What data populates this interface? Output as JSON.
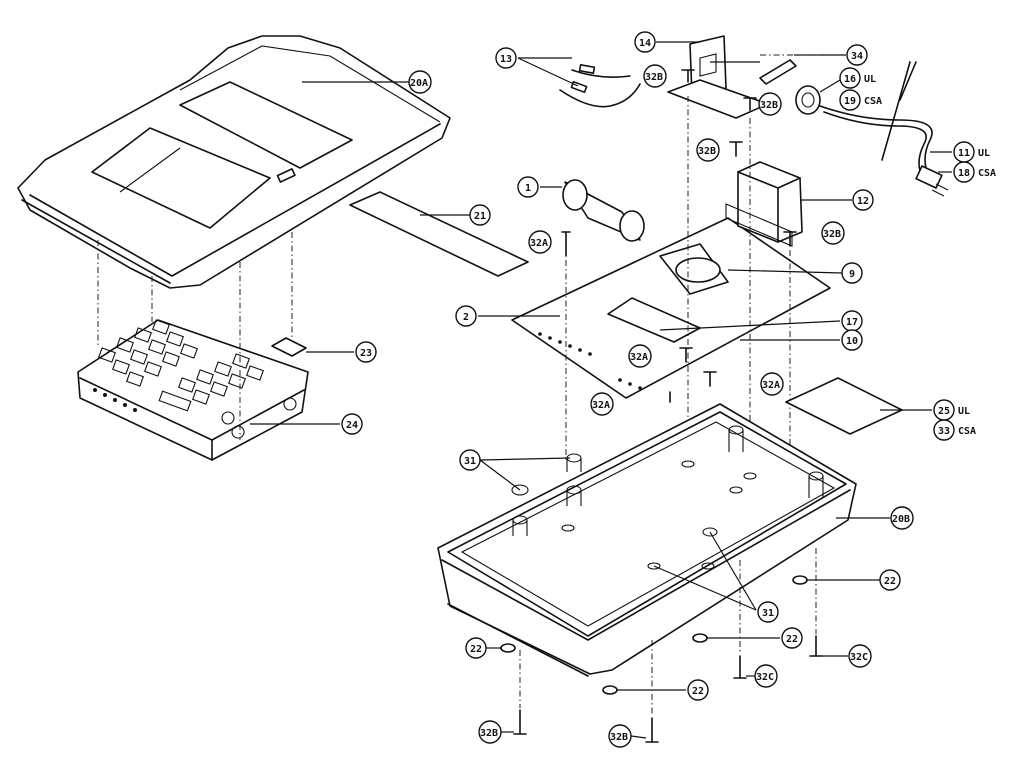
{
  "callouts": {
    "c20a": "20A",
    "c21": "21",
    "c13": "13",
    "c14": "14",
    "c34": "34",
    "c32b_1": "32B",
    "c32b_2": "32B",
    "c32b_3": "32B",
    "c32b_4": "32B",
    "c16": "16",
    "c16_suffix": "UL",
    "c19": "19",
    "c19_suffix": "CSA",
    "c11": "11",
    "c11_suffix": "UL",
    "c18": "18",
    "c18_suffix": "CSA",
    "c1": "1",
    "c12": "12",
    "c32a_1": "32A",
    "c32a_2": "32A",
    "c32a_3": "32A",
    "c9": "9",
    "c2": "2",
    "c17": "17",
    "c10": "10",
    "c23": "23",
    "c24": "24",
    "c25": "25",
    "c25_suffix": "UL",
    "c33": "33",
    "c33_suffix": "CSA",
    "c31_1": "31",
    "c31_2": "31",
    "c20b": "20B",
    "c22_1": "22",
    "c22_2": "22",
    "c22_3": "22",
    "c22_4": "22",
    "c32c_1": "32C",
    "c32c_2": "32C",
    "c32b_5": "32B",
    "c32b_6": "32B"
  }
}
